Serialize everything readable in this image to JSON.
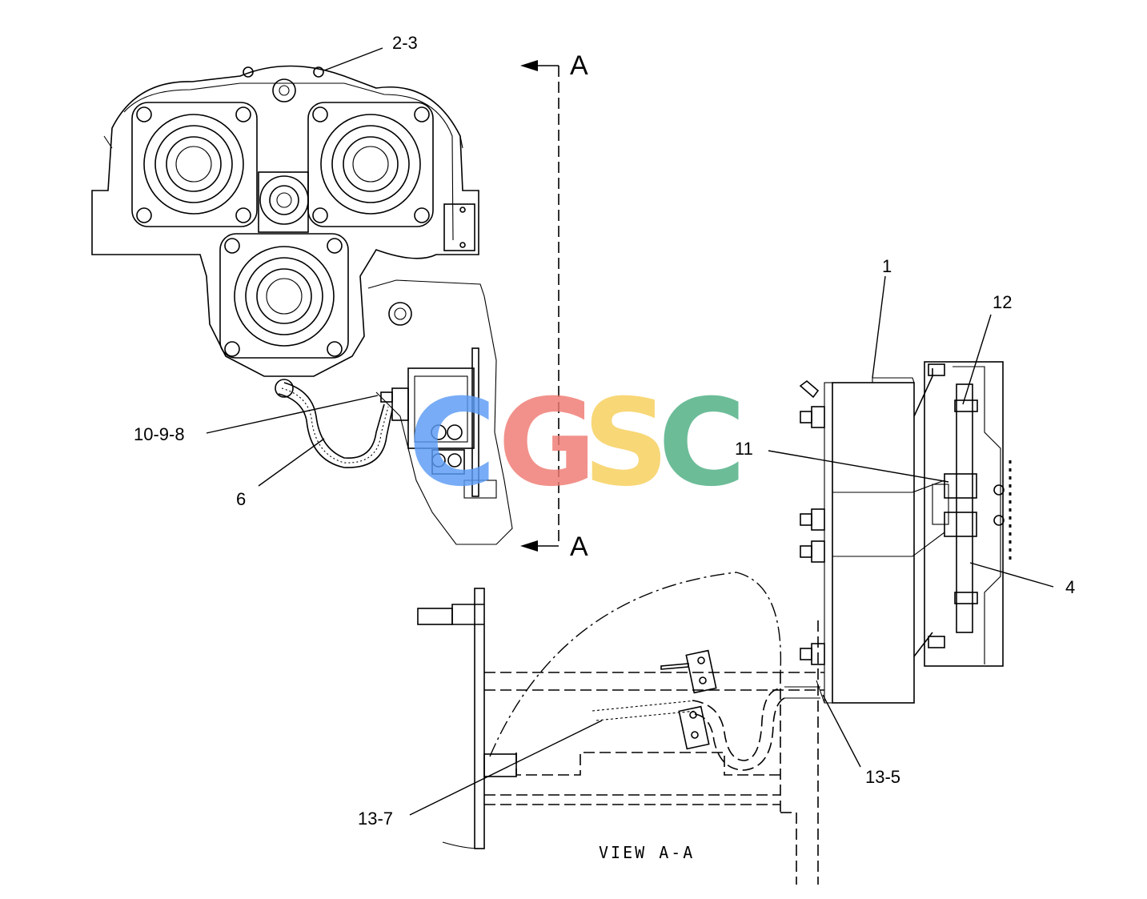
{
  "callouts": {
    "c_2_3": "2-3",
    "c_1": "1",
    "c_12": "12",
    "c_10_9_8": "10-9-8",
    "c_6": "6",
    "c_11": "11",
    "c_4": "4",
    "c_13_5": "13-5",
    "c_13_7": "13-7"
  },
  "section": {
    "top_marker": "A",
    "bottom_marker": "A",
    "view_label": "VIEW A-A"
  },
  "watermark": {
    "letters": [
      "C",
      "G",
      "S",
      "C"
    ],
    "colors": [
      "#5b9bf5",
      "#f07a72",
      "#f7cf5a",
      "#4cae82"
    ]
  }
}
